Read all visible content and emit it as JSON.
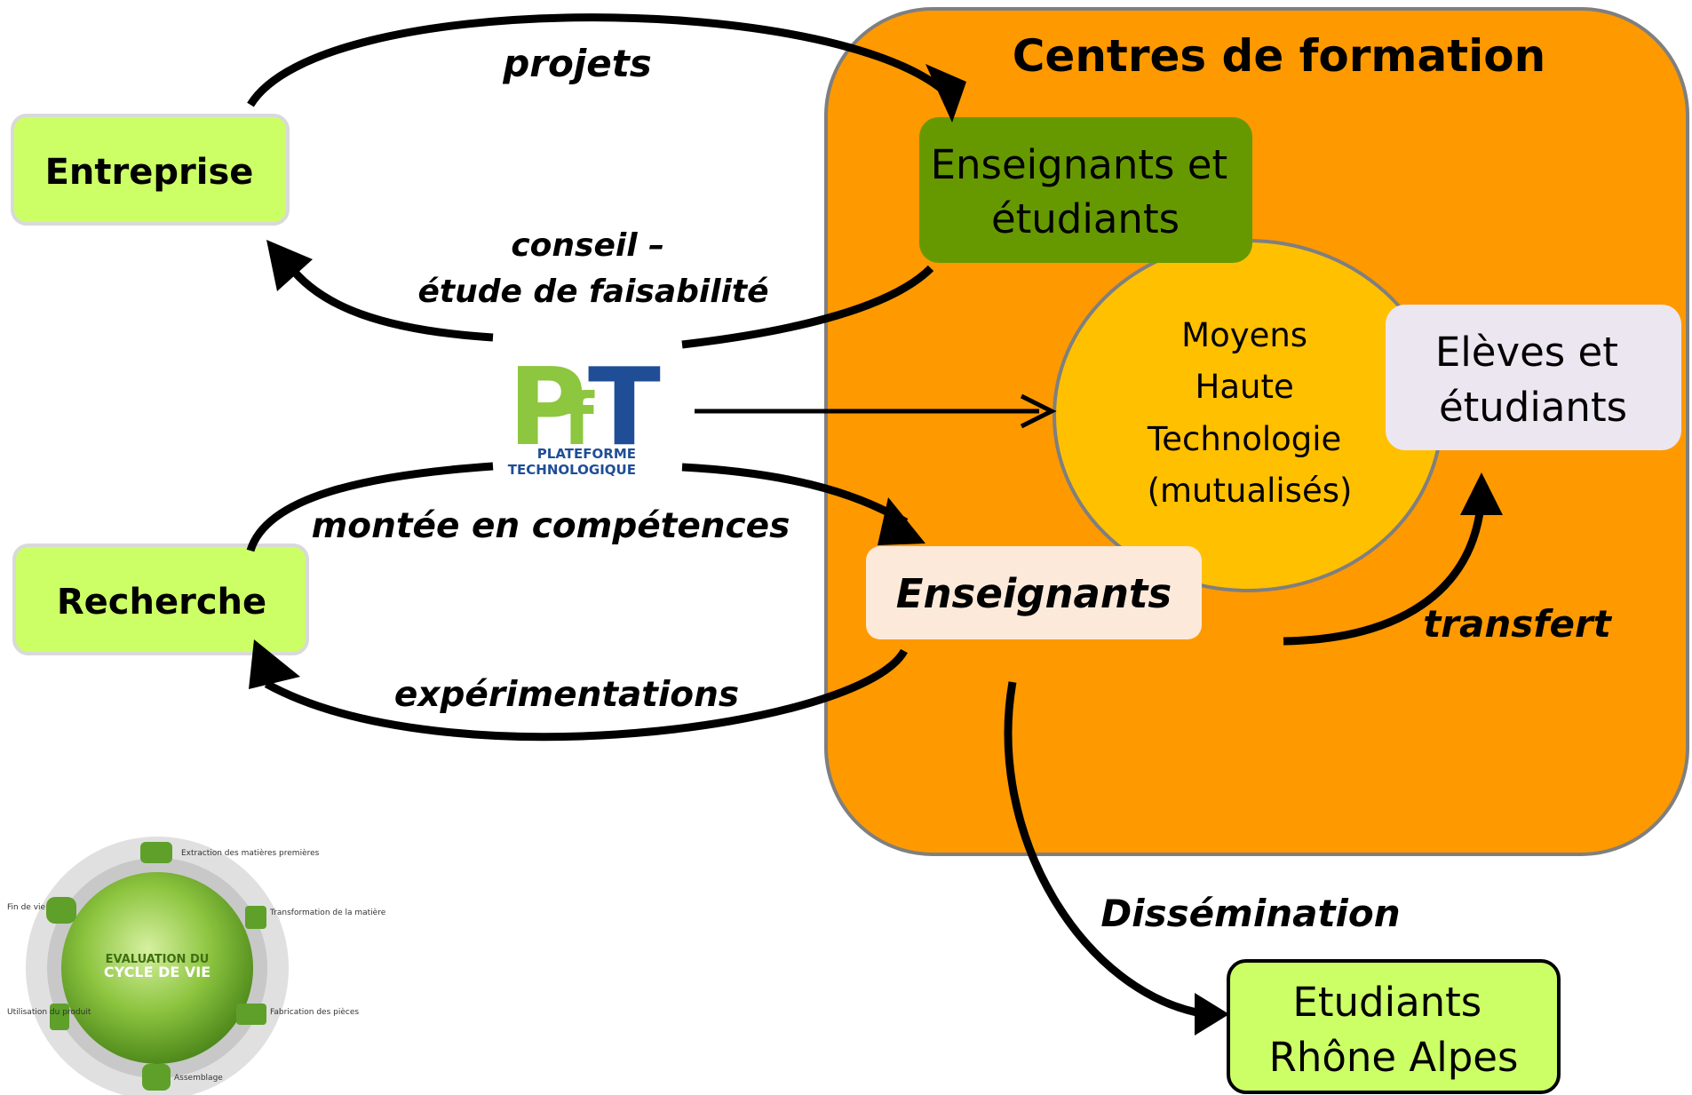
{
  "centres": {
    "title": "Centres de formation"
  },
  "nodes": {
    "entreprise": "Entreprise",
    "recherche": "Recherche",
    "enseignants_etudiants": [
      "Enseignants et",
      "étudiants"
    ],
    "moyens": [
      "Moyens",
      "Haute",
      "Technologie",
      "(mutualisés)"
    ],
    "eleves": [
      "Elèves et",
      "étudiants"
    ],
    "enseignants": "Enseignants",
    "etudiants_ra": [
      "Etudiants",
      "Rhône Alpes"
    ]
  },
  "labels": {
    "projets": "projets",
    "conseil": [
      "conseil –",
      "étude de faisabilité"
    ],
    "montee": "montée en compétences",
    "experimentations": "expérimentations",
    "transfert": "transfert",
    "dissemination": "Dissémination"
  },
  "pft_logo": {
    "letters": "PfT",
    "line1": "PLATEFORME",
    "line2": "TECHNOLOGIQUE"
  },
  "lifecycle_image": {
    "title_line1": "EVALUATION DU",
    "title_line2": "CYCLE DE VIE",
    "steps": [
      "Extraction des matières premières",
      "Transformation de la matière",
      "Fabrication des pièces",
      "Assemblage",
      "Utilisation du produit",
      "Fin de vie"
    ]
  },
  "colors": {
    "centres_fill": "#ff9900",
    "centres_border": "#7f7f7f",
    "dark_green": "#669900",
    "light_green": "#ccff66",
    "yellow_circle": "#ffc000",
    "lavender": "#ece6f0",
    "peach": "#fde9d9",
    "arrow": "#000000",
    "logo_green": "#8dc63f",
    "logo_blue": "#1f4e96"
  }
}
